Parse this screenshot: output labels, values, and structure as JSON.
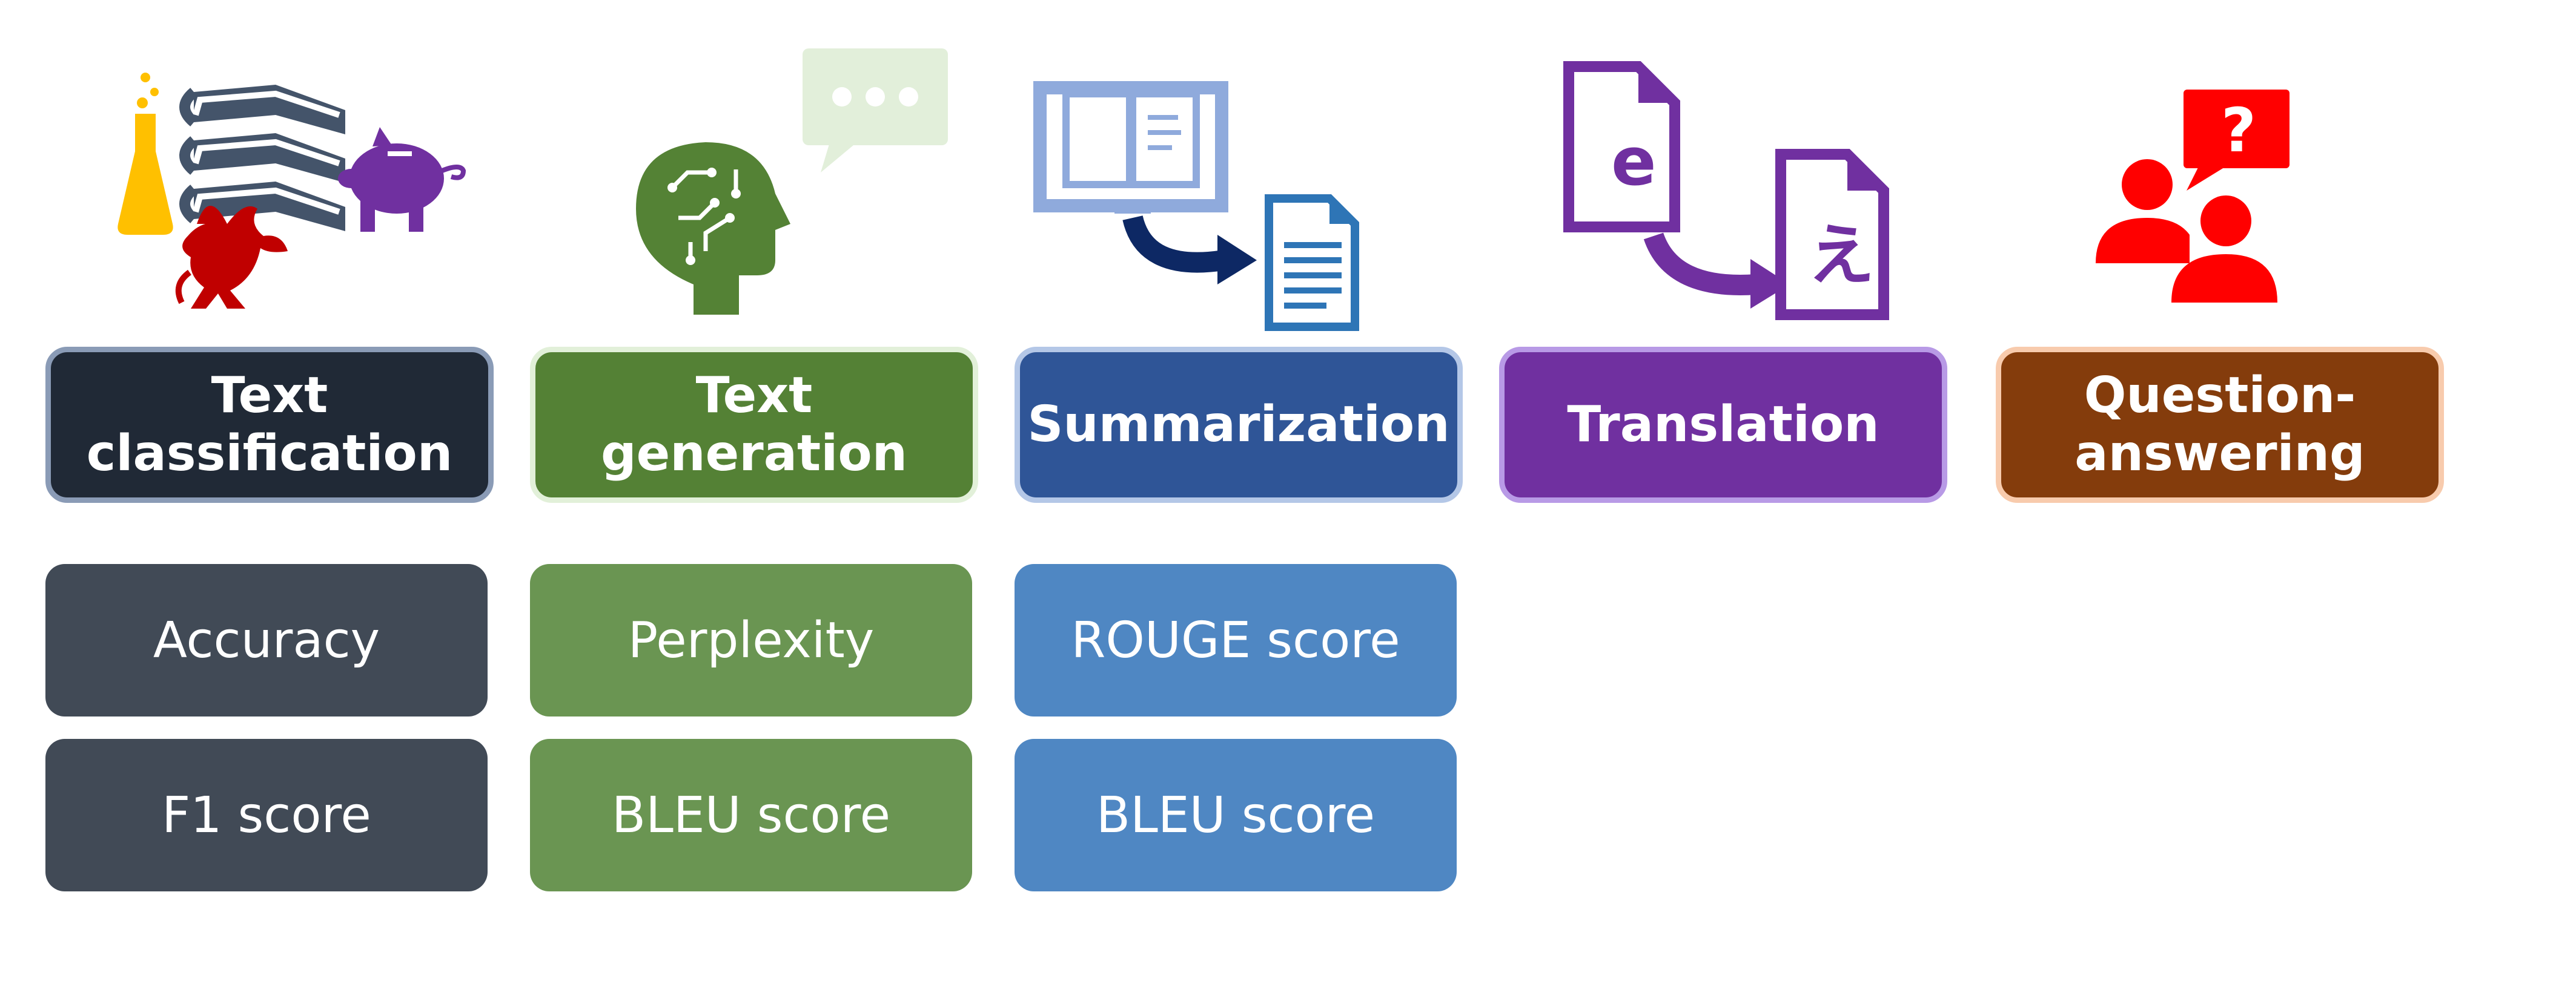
{
  "tasks": [
    {
      "label": "Text\nclassification",
      "fill": "#202936",
      "border": "#8a9bb6",
      "metric_fill": "#414a56",
      "metrics": [
        "Accuracy",
        "F1 score"
      ]
    },
    {
      "label": "Text\ngeneration",
      "fill": "#548135",
      "border": "#e2f0d9",
      "metric_fill": "#6a9552",
      "metrics": [
        "Perplexity",
        "BLEU score"
      ]
    },
    {
      "label": "Summarization",
      "fill": "#2f5597",
      "border": "#b4c7e7",
      "metric_fill": "#4f87c3",
      "metrics": [
        "ROUGE score",
        "BLEU score"
      ]
    },
    {
      "label": "Translation",
      "fill": "#7030a0",
      "border": "#b89ae6",
      "metric_fill": null,
      "metrics": []
    },
    {
      "label": "Question-\nanswering",
      "fill": "#843c0c",
      "border": "#f8cbad",
      "metric_fill": null,
      "metrics": []
    }
  ],
  "icons": {
    "text_classification": [
      "flask-icon",
      "books-icon",
      "piggy-bank-icon",
      "dragon-icon"
    ],
    "text_generation": [
      "head-circuit-icon",
      "speech-bubble-icon"
    ],
    "summarization": [
      "open-book-icon",
      "arrow-icon",
      "document-icon"
    ],
    "translation": [
      "document-e-icon",
      "arrow-icon",
      "document-e-japanese-icon"
    ],
    "question_answering": [
      "people-icon",
      "question-bubble-icon"
    ]
  },
  "icon_glyphs": {
    "translation_source": "e",
    "translation_target": "え",
    "question_mark": "?"
  },
  "icon_colors": {
    "flask": "#ffc000",
    "books": "#44546a",
    "piggy": "#7030a0",
    "dragon": "#c00000",
    "head": "#548235",
    "bubble": "#e2efda",
    "book": "#8faadc",
    "summary_arrow": "#0d2864",
    "summary_doc": "#2e75b6",
    "translation": "#7030a0",
    "qa": "#ff0000"
  }
}
